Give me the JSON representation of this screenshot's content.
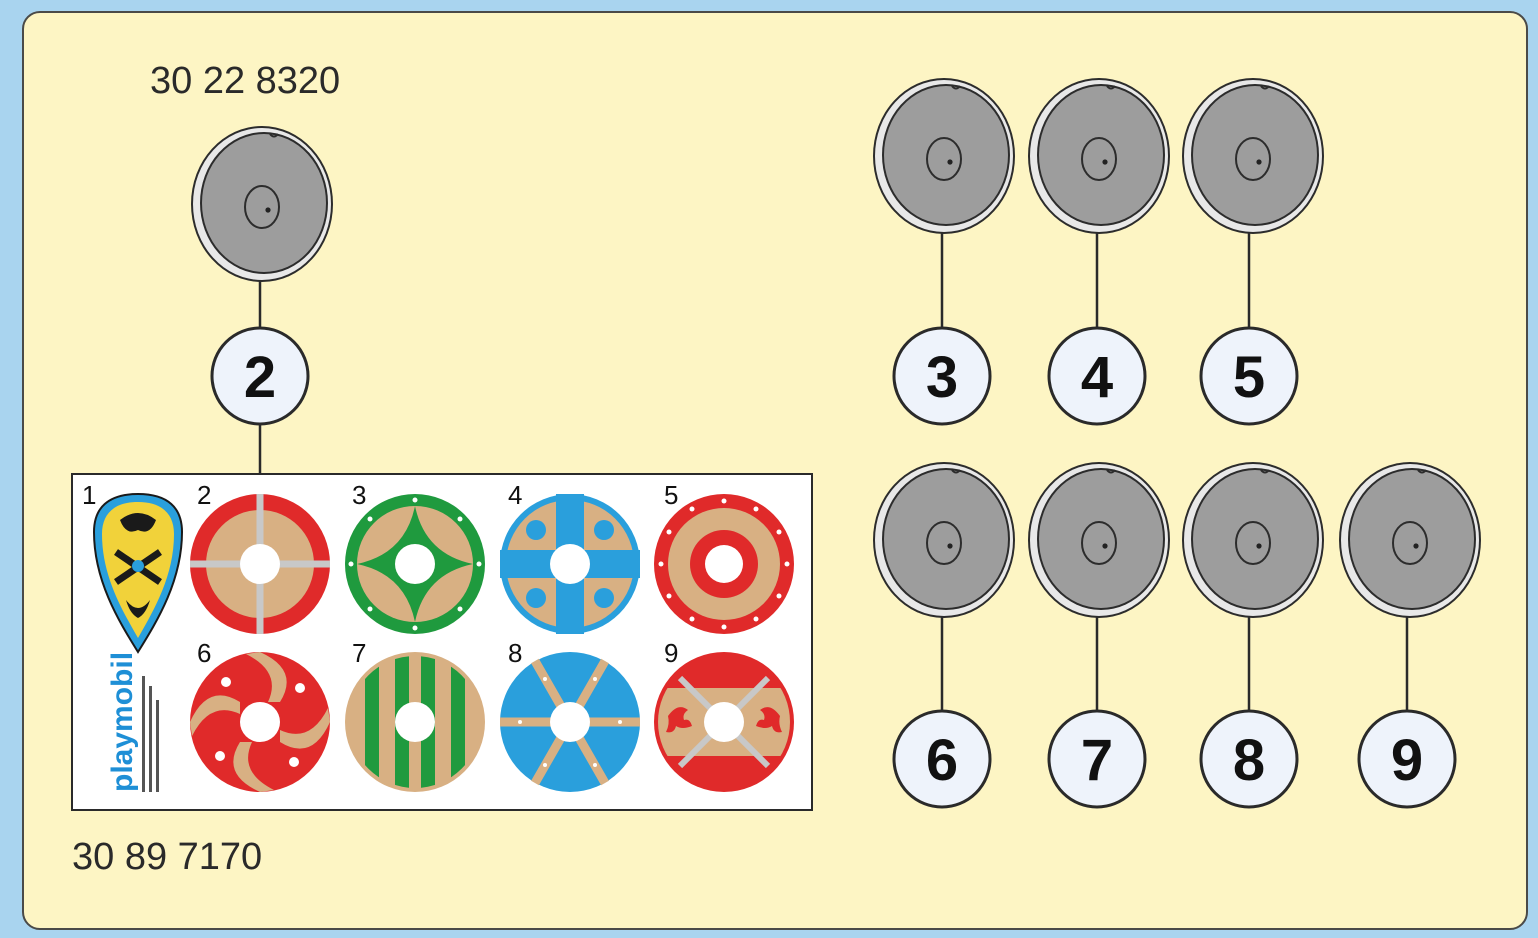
{
  "part_numbers": {
    "shield": "30 22 8320",
    "sticker_sheet": "30 89 7170"
  },
  "callouts": [
    "2",
    "3",
    "4",
    "5",
    "6",
    "7",
    "8",
    "9"
  ],
  "sticker_sheet": {
    "logo": "playmobil",
    "stickers": [
      {
        "number": "1",
        "design": "dragon-crest-shield"
      },
      {
        "number": "2",
        "design": "red-tan-cross"
      },
      {
        "number": "3",
        "design": "green-tan-cross"
      },
      {
        "number": "4",
        "design": "blue-tan-cross"
      },
      {
        "number": "5",
        "design": "red-tan-rings"
      },
      {
        "number": "6",
        "design": "red-tan-swirl"
      },
      {
        "number": "7",
        "design": "green-tan-stripes"
      },
      {
        "number": "8",
        "design": "blue-tan-spokes"
      },
      {
        "number": "9",
        "design": "red-tan-dragons"
      }
    ]
  },
  "colors": {
    "background": "#a9d4ef",
    "panel": "#fdf5c4",
    "shield_grey": "#9a9a9a",
    "callout_fill": "#eef3fb",
    "red": "#e02a2a",
    "green": "#1f9a3e",
    "blue": "#2a9fdc",
    "tan": "#d8b083"
  }
}
